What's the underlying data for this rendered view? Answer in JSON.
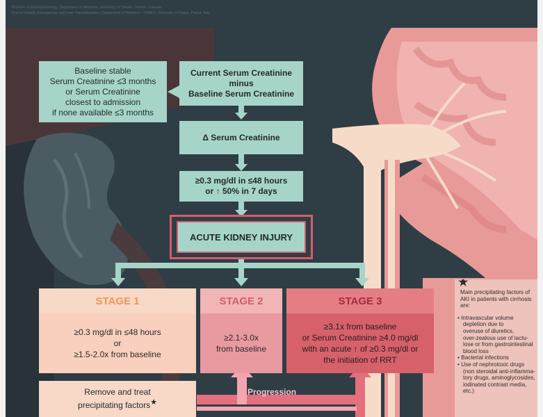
{
  "affiliations": [
    "¹Division of Gastroenterology, Department of Medicine, University of Toronto, Toronto, Canada;",
    "²Unit of Hepatic Emergencies and Liver Transplantation, Department of Medicine – DIMED, University of Padua, Padua, Italy"
  ],
  "baseline_box": [
    "Baseline stable",
    "Serum Creatinine ≤3 months",
    "or Serum Creatinine",
    "closest to admission",
    "if none available ≤3 months"
  ],
  "current_box": [
    "Current Serum Creatinine",
    "minus",
    "Baseline Serum Creatinine"
  ],
  "delta_box": "Δ Serum Creatinine",
  "threshold_box": [
    "≥0.3 mg/dl in ≤48 hours",
    "or ↑ 50% in 7 days"
  ],
  "aki_box": "ACUTE KIDNEY INJURY",
  "stages": [
    {
      "title": "STAGE 1",
      "lines": [
        "≥0.3 mg/dl in ≤48 hours",
        "or",
        "≥1.5-2.0x from baseline"
      ]
    },
    {
      "title": "STAGE 2",
      "lines": [
        "≥2.1-3.0x",
        "from baseline"
      ]
    },
    {
      "title": "STAGE 3",
      "lines": [
        "≥3.1x from baseline",
        "or Serum Creatinine ≥4.0 mg/dl",
        "with an acute ↑ of ≥0.3 mg/dl or",
        "the initiation of RRT"
      ]
    }
  ],
  "remove_box": [
    "Remove and treat",
    "precipitating factors"
  ],
  "remove_star": "★",
  "progression_label": "Progression",
  "note": {
    "star": "★",
    "title": [
      "Main precipitating factors of",
      "AKI in patients with cirrhosis",
      "are:"
    ],
    "items": [
      "• Intravascular volume",
      "  depletion due to",
      "  overuse of diuretics,",
      "  over-zealous use of lactu-",
      "  lose or from gastrointestinal",
      "  blood loss",
      "• Bacterial infections",
      "• Use of nephrotoxic drugs",
      "  (non steroidal anti-inflamma-",
      "  tory drugs, aminoglycosides,",
      "  iodinated contrast media,",
      "  etc.)"
    ]
  },
  "colors": {
    "teal": "#a7d4c9",
    "dark_bg": "#2f3d45",
    "kidney_pink": "#e89a98",
    "stage1_head": "#f8d8c6",
    "stage1_text": "#e9995c",
    "stage2_head": "#f1b5b6",
    "stage2_text": "#d85a6c",
    "stage3_head": "#e47e84",
    "stage3_body": "#d6616a",
    "aki_border": "#d65c6e",
    "note_bg": "#eec3bc"
  }
}
